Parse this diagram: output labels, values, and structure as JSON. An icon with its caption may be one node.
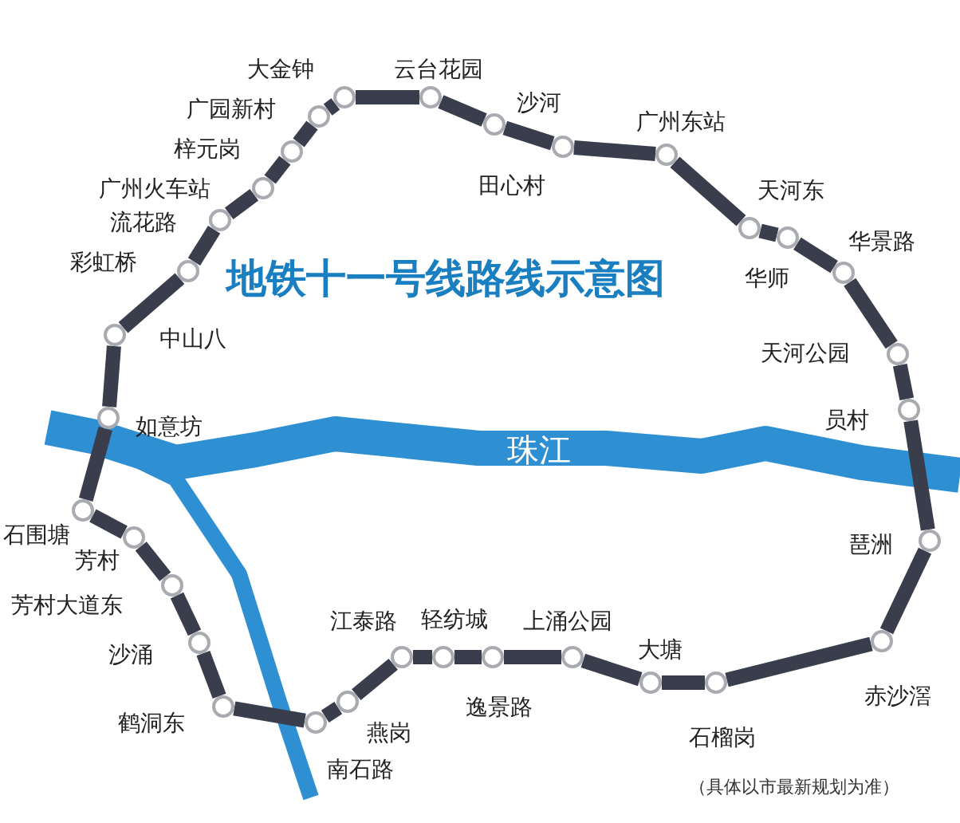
{
  "diagram": {
    "title": "地铁十一号线路线示意图",
    "caption": "（具体以市最新规划为准）",
    "nodes": [
      {
        "text": [
          "大金钟"
        ]
      },
      {
        "text": [
          "云台花园"
        ]
      },
      {
        "text": [
          "沙河"
        ]
      },
      {
        "text": [
          "田心村"
        ]
      },
      {
        "text": [
          "广州东站"
        ]
      },
      {
        "text": [
          "天河东"
        ]
      },
      {
        "text": [
          "华师"
        ]
      },
      {
        "text": [
          "华景路"
        ]
      },
      {
        "text": [
          "天河公园"
        ]
      },
      {
        "text": [
          "员村"
        ]
      },
      {
        "text": [
          "琶洲"
        ]
      },
      {
        "text": [
          "赤沙滘"
        ]
      },
      {
        "text": [
          "石榴岗"
        ]
      },
      {
        "text": [
          "大塘"
        ]
      },
      {
        "text": [
          "上涌公园"
        ]
      },
      {
        "text": [
          "逸景路"
        ]
      },
      {
        "text": [
          "轻纺城"
        ]
      },
      {
        "text": [
          "江泰路"
        ]
      },
      {
        "text": [
          "燕岗"
        ]
      },
      {
        "text": [
          "南石路"
        ]
      },
      {
        "text": [
          "鹤洞东"
        ]
      },
      {
        "text": [
          "沙涌"
        ]
      },
      {
        "text": [
          "芳村大道东"
        ]
      },
      {
        "text": [
          "芳村"
        ]
      },
      {
        "text": [
          "石围塘"
        ]
      },
      {
        "text": [
          "如意坊"
        ]
      },
      {
        "text": [
          "中山八"
        ]
      },
      {
        "text": [
          "彩虹桥"
        ]
      },
      {
        "text": [
          "流花路"
        ]
      },
      {
        "text": [
          "广州火车站"
        ]
      },
      {
        "text": [
          "梓元岗"
        ]
      },
      {
        "text": [
          "广园新村"
        ]
      }
    ],
    "edges": [
      {
        "from": 0,
        "to": 1,
        "arrow": "none"
      },
      {
        "from": 1,
        "to": 2,
        "arrow": "none"
      },
      {
        "from": 2,
        "to": 3,
        "arrow": "none"
      },
      {
        "from": 3,
        "to": 4,
        "arrow": "none"
      },
      {
        "from": 4,
        "to": 5,
        "arrow": "none"
      },
      {
        "from": 5,
        "to": 6,
        "arrow": "none"
      },
      {
        "from": 6,
        "to": 7,
        "arrow": "none"
      },
      {
        "from": 7,
        "to": 8,
        "arrow": "none"
      },
      {
        "from": 8,
        "to": 9,
        "arrow": "none"
      },
      {
        "from": 9,
        "to": 10,
        "arrow": "none"
      },
      {
        "from": 10,
        "to": 11,
        "arrow": "none"
      },
      {
        "from": 11,
        "to": 12,
        "arrow": "none"
      },
      {
        "from": 12,
        "to": 13,
        "arrow": "none"
      },
      {
        "from": 13,
        "to": 14,
        "arrow": "none"
      },
      {
        "from": 14,
        "to": 15,
        "arrow": "none"
      },
      {
        "from": 15,
        "to": 16,
        "arrow": "none"
      },
      {
        "from": 16,
        "to": 17,
        "arrow": "none"
      },
      {
        "from": 17,
        "to": 18,
        "arrow": "none"
      },
      {
        "from": 18,
        "to": 19,
        "arrow": "none"
      },
      {
        "from": 19,
        "to": 20,
        "arrow": "none"
      },
      {
        "from": 20,
        "to": 21,
        "arrow": "none"
      },
      {
        "from": 21,
        "to": 22,
        "arrow": "none"
      },
      {
        "from": 22,
        "to": 23,
        "arrow": "none"
      },
      {
        "from": 23,
        "to": 24,
        "arrow": "none"
      },
      {
        "from": 24,
        "to": 25,
        "arrow": "none"
      },
      {
        "from": 25,
        "to": 26,
        "arrow": "none"
      },
      {
        "from": 26,
        "to": 27,
        "arrow": "none"
      },
      {
        "from": 27,
        "to": 28,
        "arrow": "none"
      },
      {
        "from": 28,
        "to": 29,
        "arrow": "none"
      },
      {
        "from": 29,
        "to": 30,
        "arrow": "none"
      },
      {
        "from": 30,
        "to": 31,
        "arrow": "none"
      },
      {
        "from": 31,
        "to": 0,
        "arrow": "none"
      }
    ],
    "labels": [
      "珠江"
    ]
  }
}
